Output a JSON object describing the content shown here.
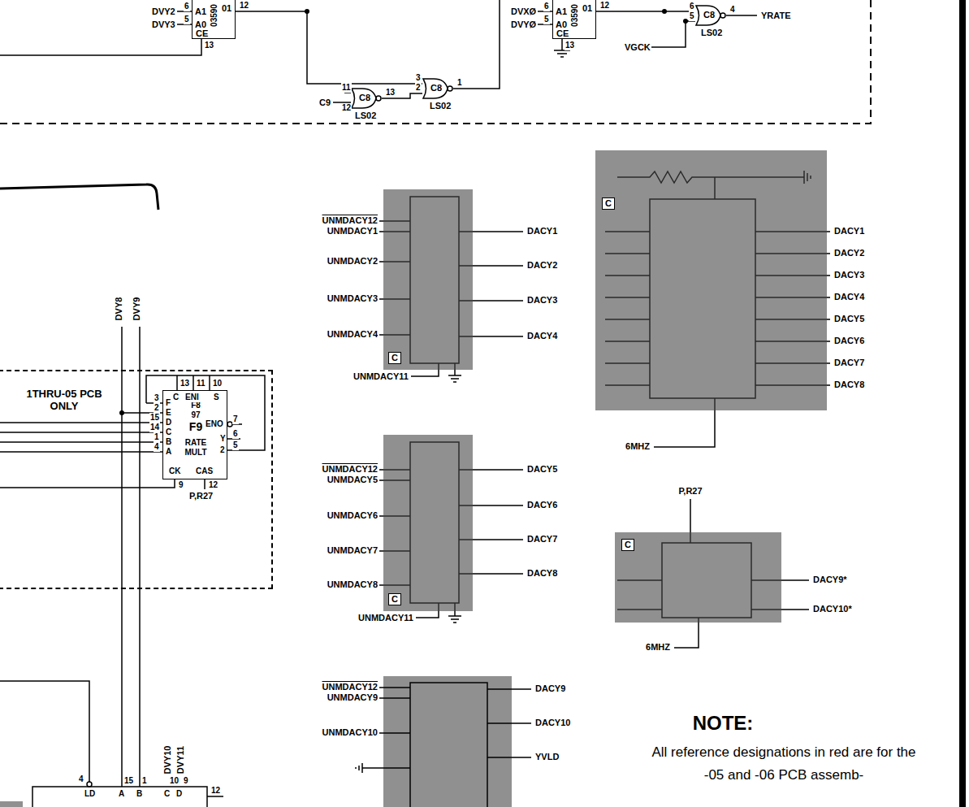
{
  "diagram": {
    "nodes": [
      {
        "text": [
          "03590"
        ]
      },
      {
        "text": [
          "03590"
        ]
      },
      {
        "text": [
          "C8"
        ]
      },
      {
        "text": [
          "C8"
        ]
      },
      {
        "text": [
          "C8"
        ]
      },
      {
        "text": [
          "1THRU-05 PCB ONLY"
        ]
      },
      {
        "text": [
          "F8 97",
          "F9",
          "RATE MULT"
        ],
        "in": 5
      },
      {
        "text": [
          "C"
        ]
      },
      {
        "text": [
          "C"
        ]
      },
      {
        "text": [
          "C"
        ]
      },
      {
        "text": [
          "C"
        ]
      }
    ],
    "edges": [
      {
        "from": 0,
        "to": 2,
        "arrow": "none"
      },
      {
        "from": 3,
        "to": 2,
        "arrow": "none"
      },
      {
        "from": 1,
        "to": 4,
        "arrow": "none"
      }
    ],
    "labels": [
      "DVY2",
      "6",
      "A1",
      "DVY3",
      "5",
      "A0",
      "CE",
      "13",
      "01",
      "12",
      "DVXØ",
      "6",
      "A1",
      "DVYØ",
      "5",
      "A0",
      "CE",
      "13",
      "01",
      "12",
      "3",
      "2",
      "1",
      "LS02",
      "11",
      "12",
      "13",
      "C9",
      "LS02",
      "6",
      "5",
      "4",
      "YRATE",
      "LS02",
      "VGCK",
      "DVY8",
      "DVY9",
      "13",
      "11",
      "10",
      "C",
      "ENI",
      "S",
      "3",
      "F",
      "2",
      "E",
      "15",
      "D",
      "14",
      "C",
      "1",
      "B",
      "4",
      "A",
      "ENO",
      "7",
      "Y",
      "6",
      "2",
      "5",
      "CK",
      "CAS",
      "9",
      "12",
      "P,R27",
      "UNMDACY12",
      "UNMDACY1",
      "UNMDACY2",
      "UNMDACY3",
      "UNMDACY4",
      "UNMDACY11",
      "DACY1",
      "DACY2",
      "DACY3",
      "DACY4",
      "UNMDACY12",
      "UNMDACY5",
      "UNMDACY6",
      "UNMDACY7",
      "UNMDACY8",
      "UNMDACY11",
      "DACY5",
      "DACY6",
      "DACY7",
      "DACY8",
      "UNMDACY12",
      "UNMDACY9",
      "UNMDACY10",
      "DACY9",
      "DACY10",
      "YVLD",
      "DACY1",
      "DACY2",
      "DACY3",
      "DACY4",
      "DACY5",
      "DACY6",
      "DACY7",
      "DACY8",
      "6MHZ",
      "P,R27",
      "DACY9*",
      "DACY10*",
      "6MHZ",
      "DVY10",
      "DVY11",
      "4",
      "15",
      "1",
      "10",
      "9",
      "12",
      "LD",
      "A",
      "B",
      "C",
      "D",
      "NOTE:",
      "All reference designations in red are for the -05 and -06 PCB assemb-"
    ]
  }
}
